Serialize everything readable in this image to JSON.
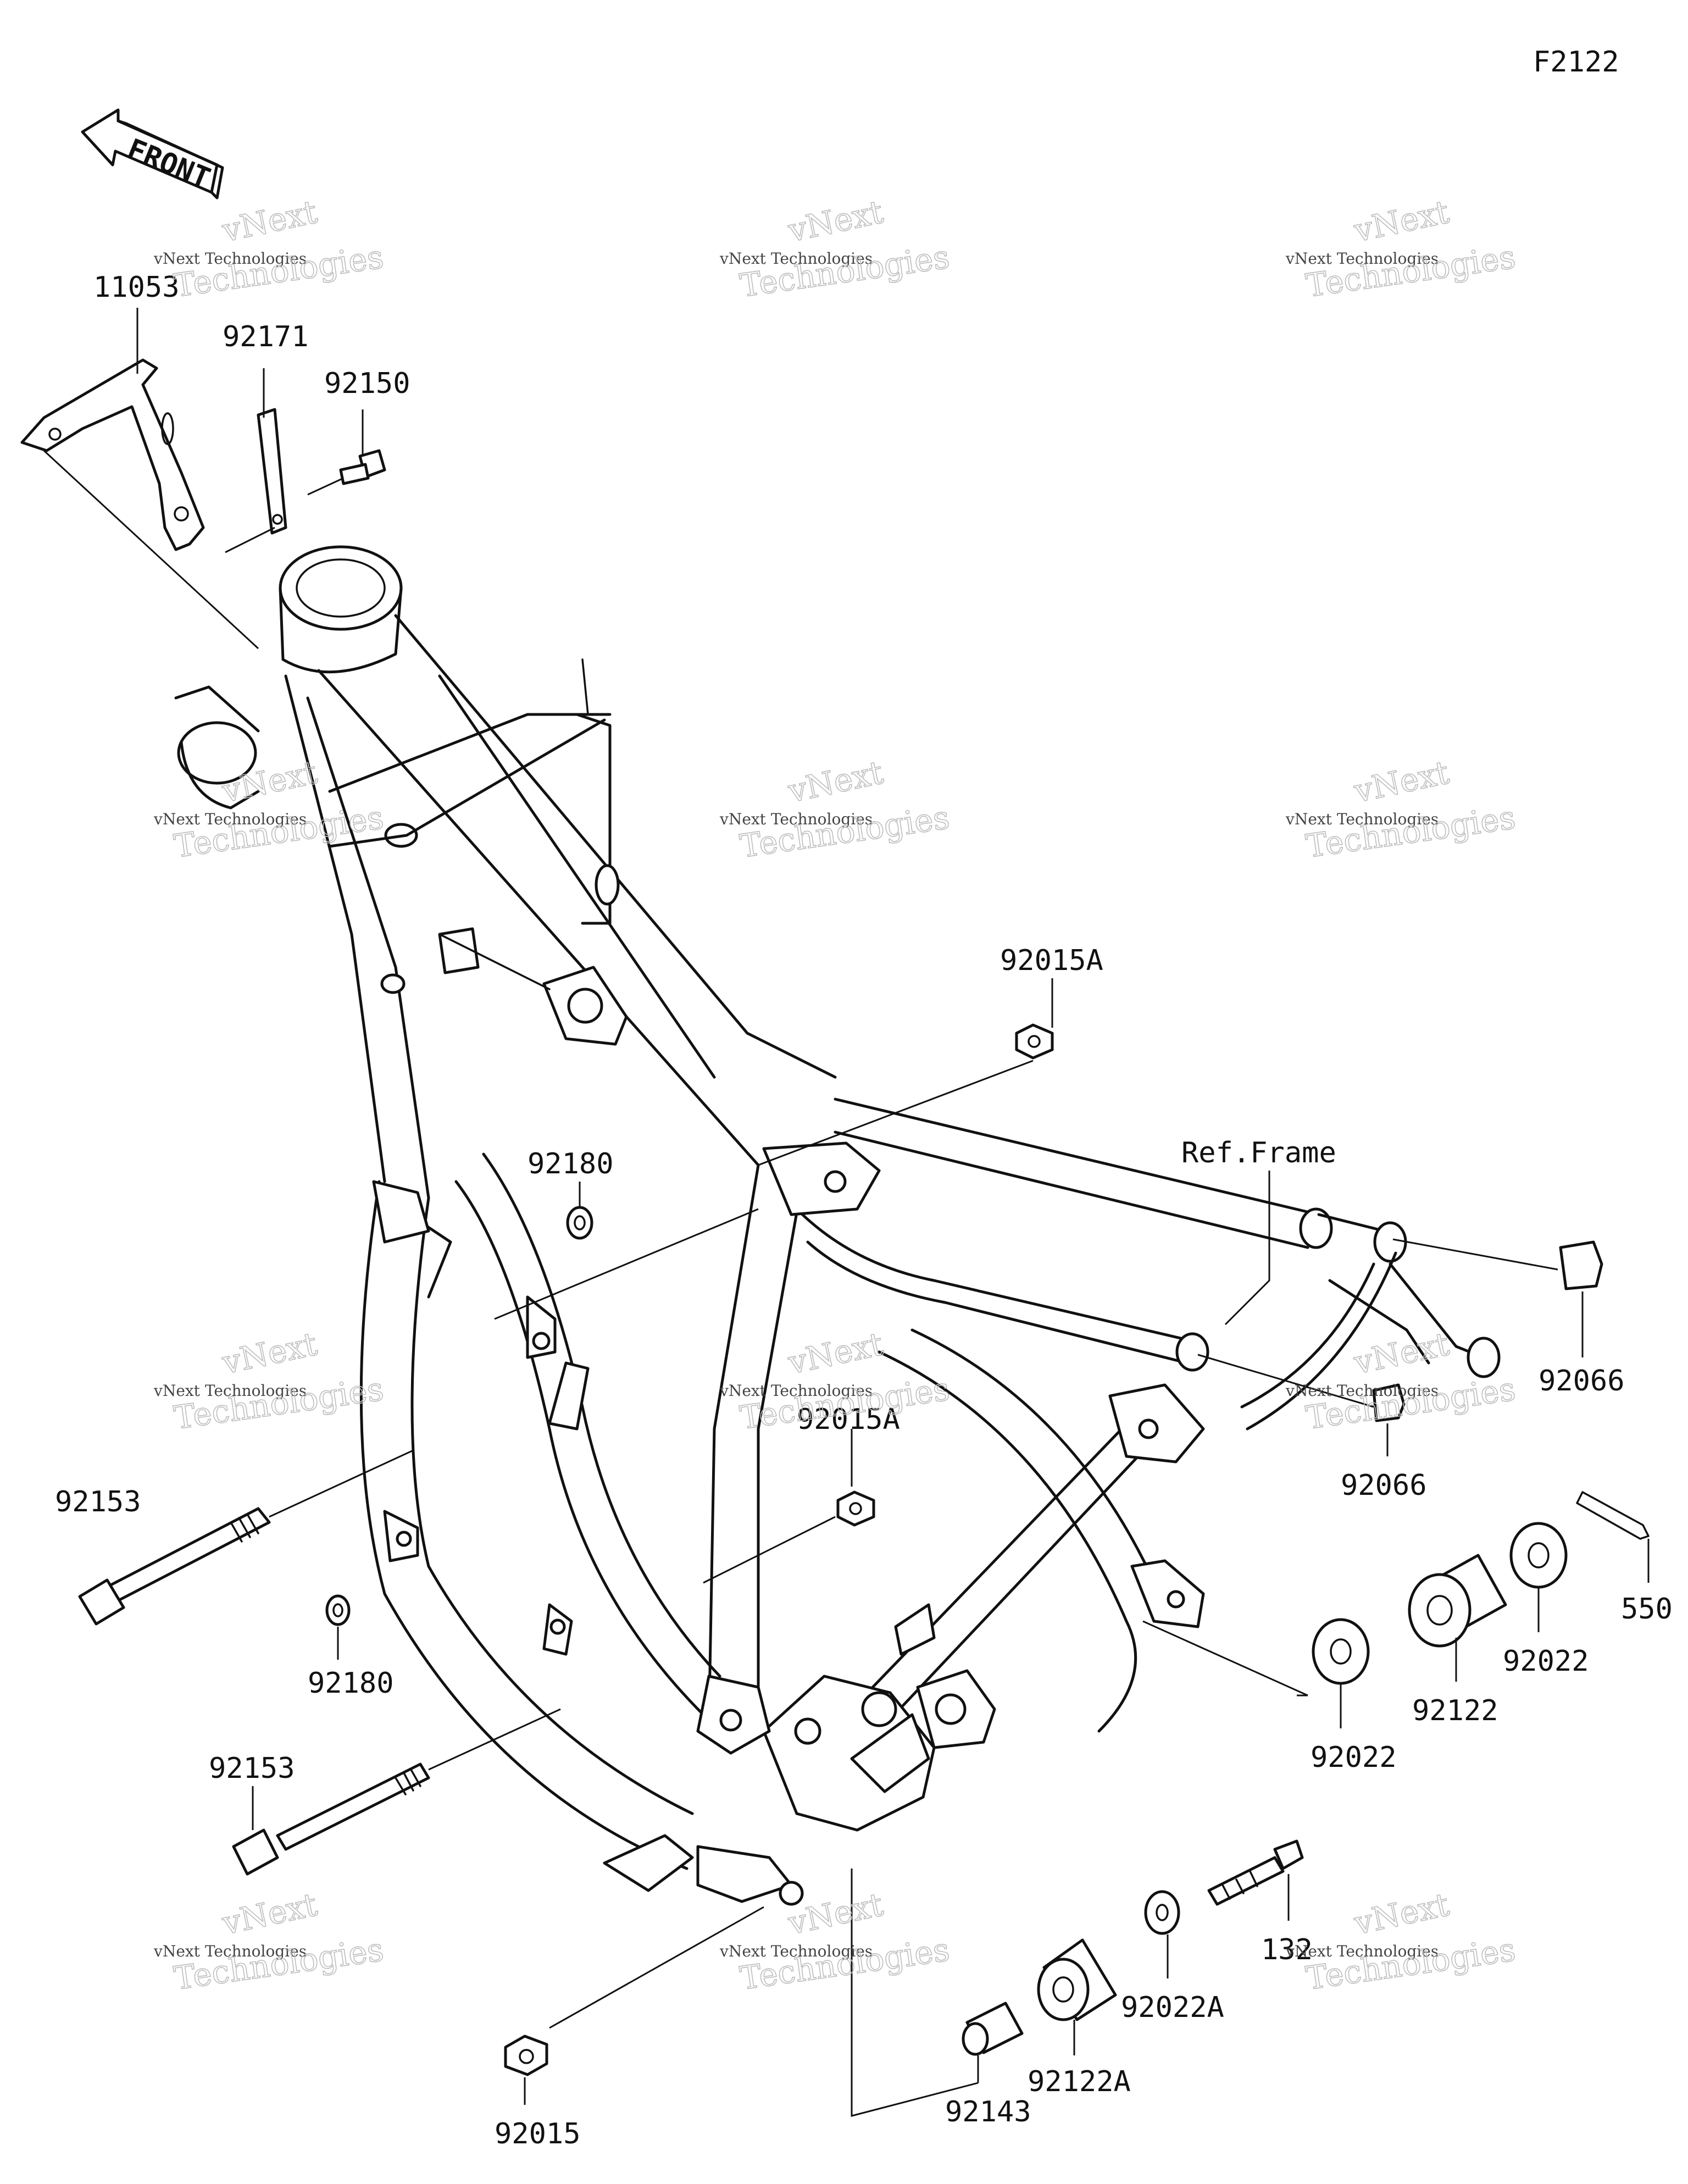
{
  "diagram_code": "F2122",
  "front_arrow": {
    "text": "FRONT",
    "icon": "front-arrow-icon"
  },
  "reference_label": "Ref.Frame",
  "watermark": {
    "line1": "vNext Technologies",
    "line2": "vNext",
    "line3": "Technologies"
  },
  "parts": [
    {
      "id": "p11053",
      "number": "11053"
    },
    {
      "id": "p92171",
      "number": "92171"
    },
    {
      "id": "p92150",
      "number": "92150"
    },
    {
      "id": "p92015A_top",
      "number": "92015A"
    },
    {
      "id": "p92180_top",
      "number": "92180"
    },
    {
      "id": "p92066_right",
      "number": "92066"
    },
    {
      "id": "p92066_mid",
      "number": "92066"
    },
    {
      "id": "p92015A_mid",
      "number": "92015A"
    },
    {
      "id": "p92153_top",
      "number": "92153"
    },
    {
      "id": "p92180_bottom",
      "number": "92180"
    },
    {
      "id": "p550",
      "number": "550"
    },
    {
      "id": "p92022_right",
      "number": "92022"
    },
    {
      "id": "p92122",
      "number": "92122"
    },
    {
      "id": "p92022_left",
      "number": "92022"
    },
    {
      "id": "p92153_bottom",
      "number": "92153"
    },
    {
      "id": "p132",
      "number": "132"
    },
    {
      "id": "p92022A",
      "number": "92022A"
    },
    {
      "id": "p92122A",
      "number": "92122A"
    },
    {
      "id": "p92143",
      "number": "92143"
    },
    {
      "id": "p92015",
      "number": "92015"
    }
  ]
}
